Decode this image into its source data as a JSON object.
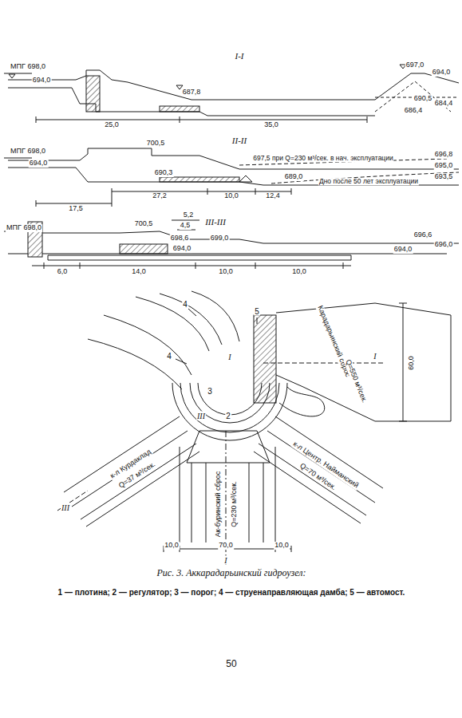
{
  "diagram": {
    "caption": "Рис. 3. Аккарадарьинский гидроузел:",
    "labels": [
      "МПГ 698,0",
      "694,0",
      "I-I",
      "697,0",
      "694,0",
      "687,8",
      "690,5",
      "686,4",
      "684,4",
      "25,0",
      "35,0",
      "МПГ 698,0",
      "700,5",
      "694,0",
      "II-II",
      "697,5 при Q=230 м³/сек. в нач. эксплуатации",
      "696,8",
      "695,0",
      "693,5",
      "690,3",
      "689,0",
      "Дно после 50 лет эксплуатации",
      "17,5",
      "27,2",
      "10,0",
      "12,4",
      "МПГ 698,0",
      "700,5",
      "5,2",
      "4,5",
      "III-III",
      "698,6",
      "699,0",
      "694,0",
      "696,6",
      "696,0",
      "694,0",
      "6,0",
      "14,0",
      "10,0",
      "10,0",
      "4",
      "5",
      "Карадарьинский сброс",
      "Q=550 м³/сек.",
      "60,0",
      "4",
      "I",
      "I",
      "3",
      "III",
      "2",
      "к-л Курдаклад",
      "Q=37 м³/сек.",
      "III",
      "к-л Центр. Найманский",
      "Q=70 м³/сек.",
      "Ак-буринский сброс",
      "Q=230 м³/сек.",
      "10,0",
      "70,0",
      "10,0",
      "I",
      "1 — плотина; 2 — регулятор; 3 — порог; 4 — струенаправляющая дамба; 5 — автомост.",
      "50"
    ]
  }
}
